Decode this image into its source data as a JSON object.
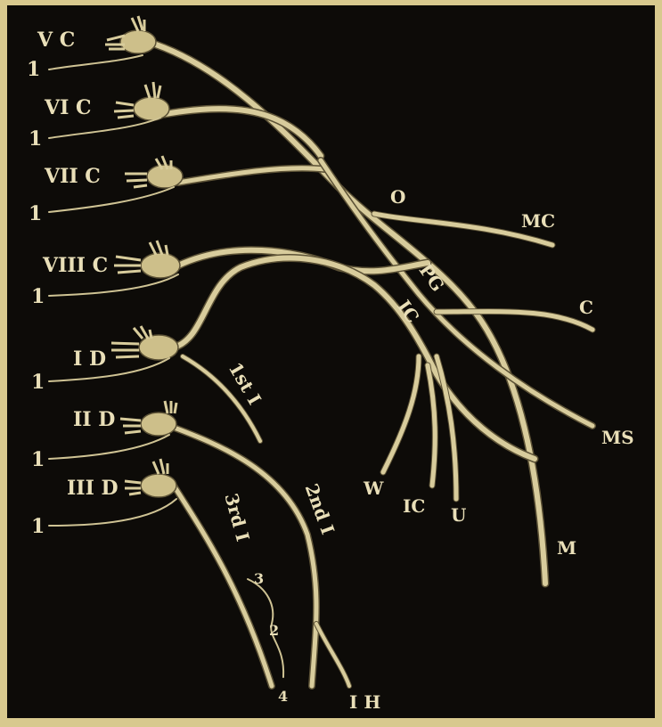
{
  "labels": {
    "roots": [
      "V C",
      "VI C",
      "VII C",
      "VIII C",
      "I D",
      "II D",
      "III D"
    ],
    "root_branch": "1",
    "branches": {
      "O": "O",
      "MC": "MC",
      "PG": "PG",
      "IC_upper": "IC",
      "C": "C",
      "MS": "MS",
      "W": "W",
      "IC_lower": "IC",
      "U": "U",
      "M": "M",
      "first_intercostal": "1st I",
      "second_intercostal": "2nd I",
      "third_intercostal": "3rd I",
      "IH": "I H"
    },
    "numerals": [
      "3",
      "2",
      "4"
    ]
  },
  "colors": {
    "background": "#0d0b08",
    "frame": "#d8c98e",
    "nerve": "#d8cc9c",
    "label": "#e9dfb8"
  }
}
